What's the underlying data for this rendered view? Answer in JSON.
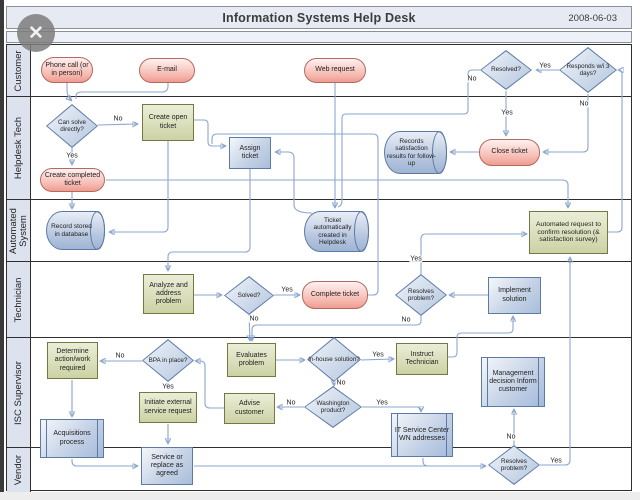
{
  "header": {
    "title": "Information Systems Help Desk",
    "date": "2008-06-03"
  },
  "viewer": {
    "close_icon": "✕"
  },
  "lanes": [
    {
      "label": "Customer"
    },
    {
      "label": "Helpdesk Tech"
    },
    {
      "label": "Automated System"
    },
    {
      "label": "Technician"
    },
    {
      "label": "ISC Supervisor"
    },
    {
      "label": "Vendor"
    }
  ],
  "nodes": {
    "phone_call": "Phone call (or in person)",
    "email": "E-mail",
    "web_request": "Web request",
    "resolved": "Resolved?",
    "responds": "Responds w/i 3 days?",
    "can_solve": "Can solve directly?",
    "create_open": "Create open ticket",
    "assign": "Assign ticket",
    "create_completed": "Create completed ticket",
    "close_ticket": "Close ticket",
    "records_satisfaction": "Records satisfaction results for follow-up",
    "record_stored": "Record stored in database",
    "ticket_auto": "Ticket automatically created in Helpdesk",
    "auto_request": "Automated request to confirm resolution (& satisfaction survey)",
    "analyze": "Analyze and address problem",
    "solved": "Solved?",
    "complete_ticket": "Complete ticket",
    "resolves_tech": "Resolves problem?",
    "implement": "Implement solution",
    "determine": "Determine action/work required",
    "bpa": "BPA in place?",
    "evaluates": "Evaluates problem",
    "in_house": "In-house solution?",
    "instruct": "Instruct Technician",
    "initiate": "Initiate external service request",
    "advise": "Advise customer",
    "washington": "Washington product?",
    "it_service": "IT Service Center WN addresses",
    "management": "Management decision Inform customer",
    "acquisitions": "Acquisitions process",
    "service_replace": "Service or replace as agreed",
    "resolves_vendor": "Resolves problem?"
  },
  "edge_labels": {
    "yes": "Yes",
    "no": "No"
  },
  "colors": {
    "lane_bg": "#dce2ee",
    "header_bg": "#e7eaf3",
    "wire": "#8ba7cd",
    "terminator": "#ef9c91",
    "process_olive": "#ccd2a4",
    "process_blue": "#a9bedb",
    "border_dark": "#2f2f2f"
  }
}
